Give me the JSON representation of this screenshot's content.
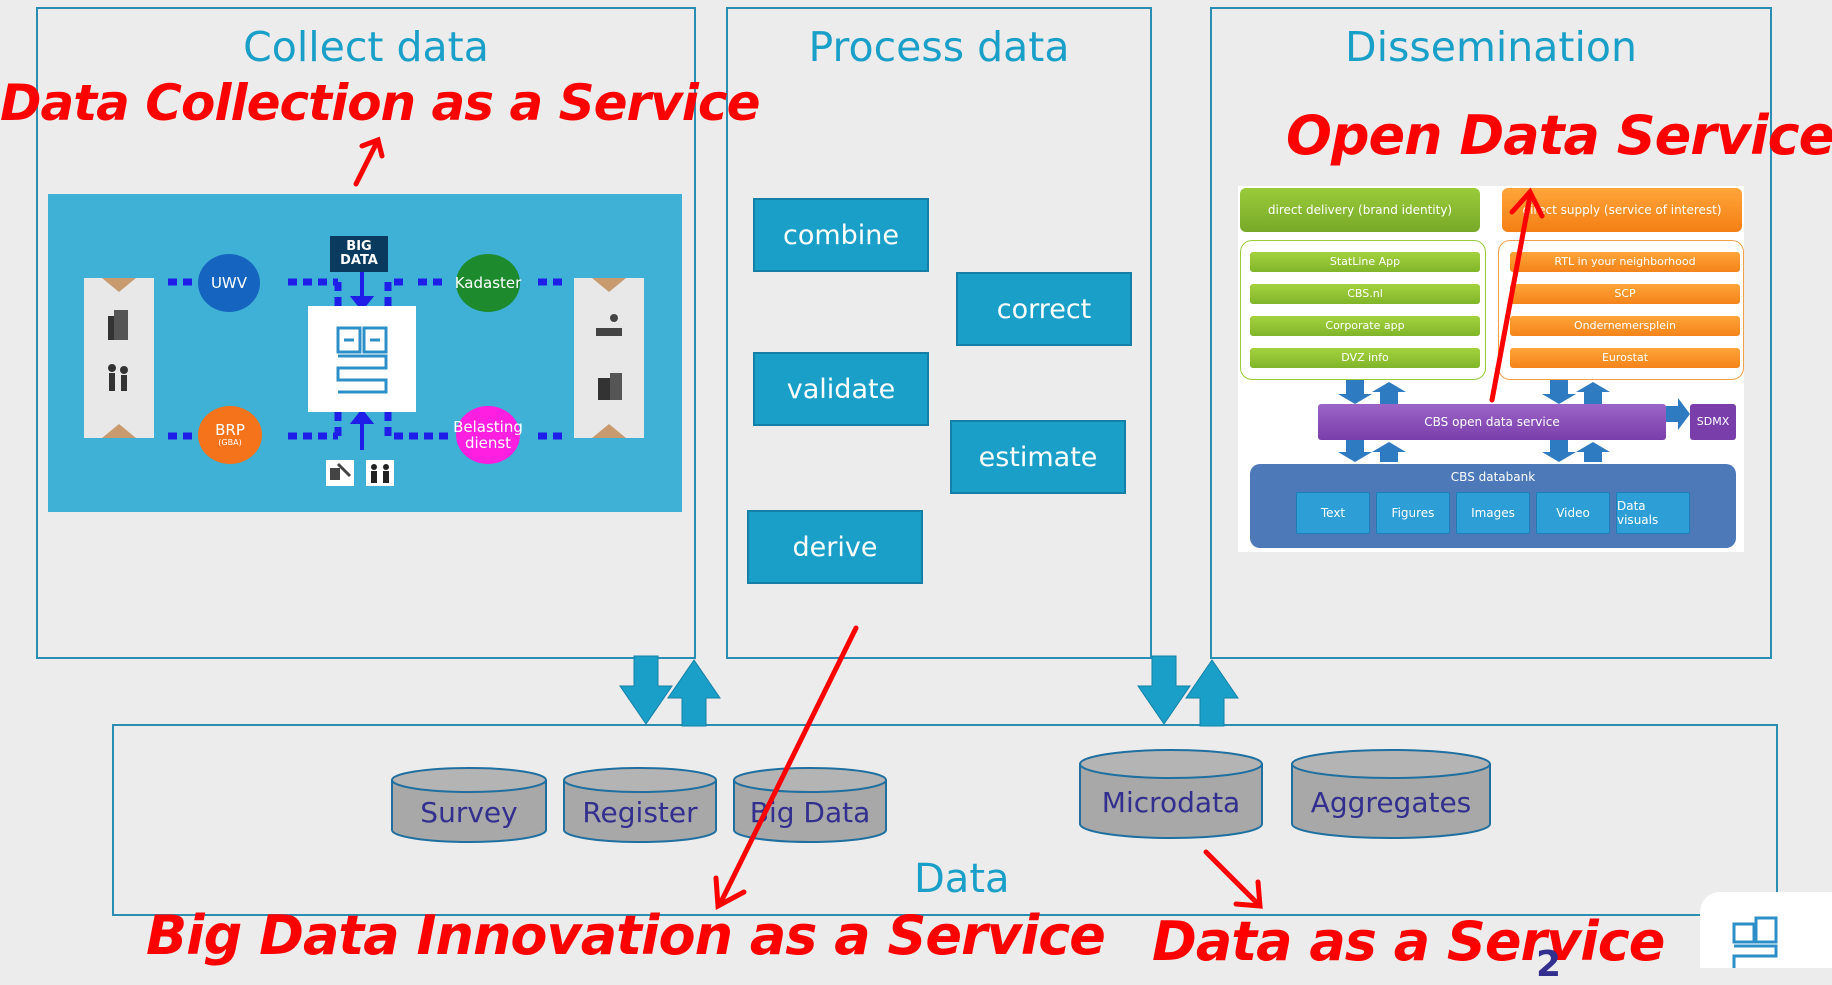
{
  "panels": {
    "collect_title": "Collect data",
    "process_title": "Process data",
    "dissemination_title": "Dissemination",
    "data_title": "Data"
  },
  "services": {
    "data_collection": "Data Collection as a Service",
    "open_data": "Open Data Services",
    "big_data_innovation": "Big Data Innovation as a Service",
    "data_as_service": "Data as a Service"
  },
  "process_steps": {
    "combine": "combine",
    "correct": "correct",
    "validate": "validate",
    "estimate": "estimate",
    "derive": "derive"
  },
  "data_stores": {
    "survey": "Survey",
    "register": "Register",
    "big_data": "Big Data",
    "microdata": "Microdata",
    "aggregates": "Aggregates"
  },
  "collect_sources": {
    "big_data_top": "BIG",
    "big_data_bottom": "DATA",
    "uwv": "UWV",
    "kadaster": "Kadaster",
    "brp": "BRP",
    "brp_sub": "(GBA)",
    "belasting_top": "Belasting",
    "belasting_bottom": "dienst"
  },
  "dissemination_diagram": {
    "direct_delivery": "direct delivery (brand identity)",
    "direct_supply": "direct supply (service of interest)",
    "green_items": [
      "StatLine App",
      "CBS.nl",
      "Corporate app",
      "DVZ info"
    ],
    "orange_items": [
      "RTL in your neighborhood",
      "SCP",
      "Ondernemersplein",
      "Eurostat"
    ],
    "open_data_service": "CBS open data service",
    "sdmx": "SDMX",
    "databank": "CBS databank",
    "databank_items": [
      "Text",
      "Figures",
      "Images",
      "Video",
      "Data visuals"
    ]
  },
  "page_number": "2",
  "colors": {
    "panel_border": "#2a8db3",
    "panel_title": "#1aa0c8",
    "red": "#ff0000",
    "process_box": "#1aa0c8",
    "cylinder": "#a8a8a8",
    "cylinder_text": "#332f8e"
  }
}
